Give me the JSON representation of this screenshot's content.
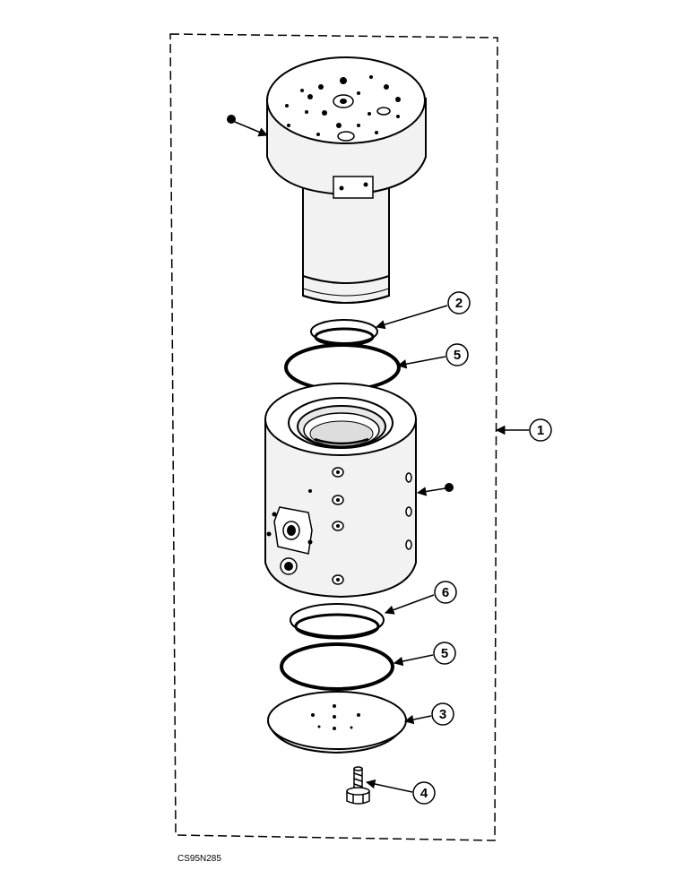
{
  "callouts": {
    "c1": "1",
    "c2": "2",
    "c3": "3",
    "c4": "4",
    "c5a": "5",
    "c5b": "5",
    "c6": "6"
  },
  "figure_code": "CS95N285",
  "colors": {
    "ink": "#000000",
    "paper": "#ffffff",
    "shade": "#f0f0f0"
  }
}
